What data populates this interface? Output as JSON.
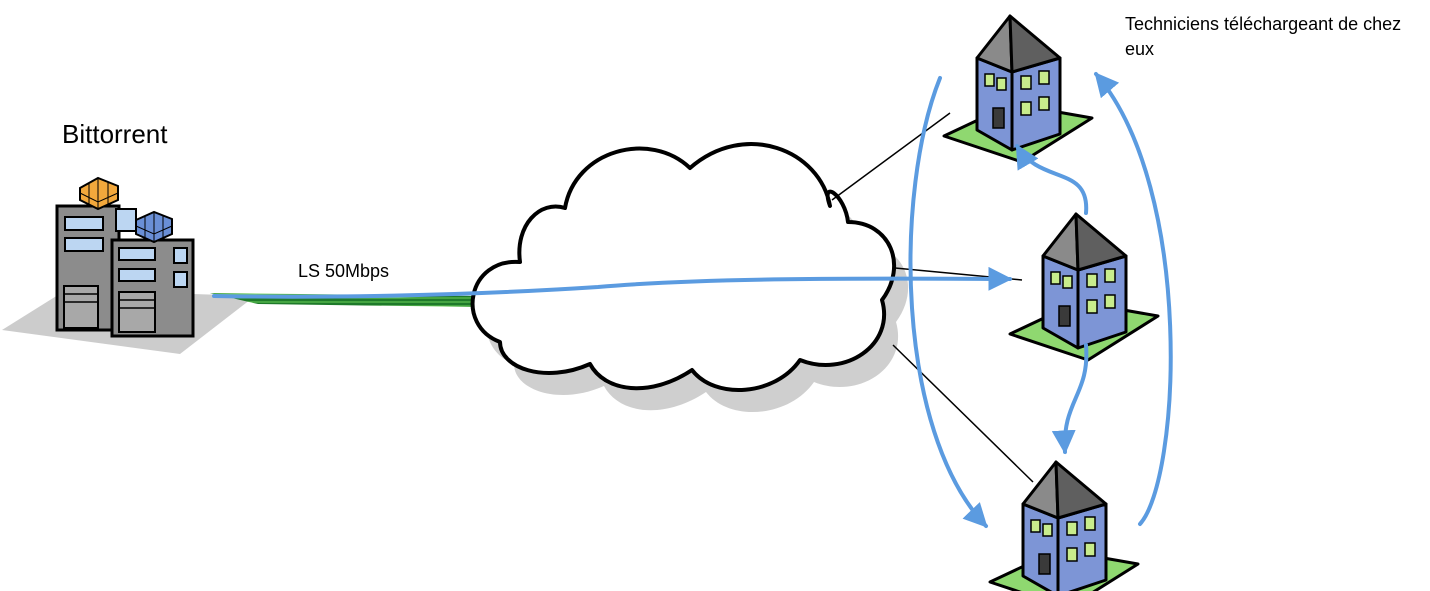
{
  "labels": {
    "server_title": "Bittorrent",
    "link_speed": "LS 50Mbps",
    "technicians": "Techniciens téléchargeant de chez eux"
  },
  "colors": {
    "arrow": "#5b9be0",
    "link_green": "#2e9a3a",
    "house_wall": "#7d95d6",
    "house_roof": "#6e6e6e",
    "house_lawn": "#8fd870",
    "window": "#c8ec8c",
    "building": "#8c8c8c",
    "cloud_shadow": "#cfcfcf"
  },
  "icons": [
    "datacenter-building-icon",
    "internet-cloud-icon",
    "house-icon"
  ]
}
